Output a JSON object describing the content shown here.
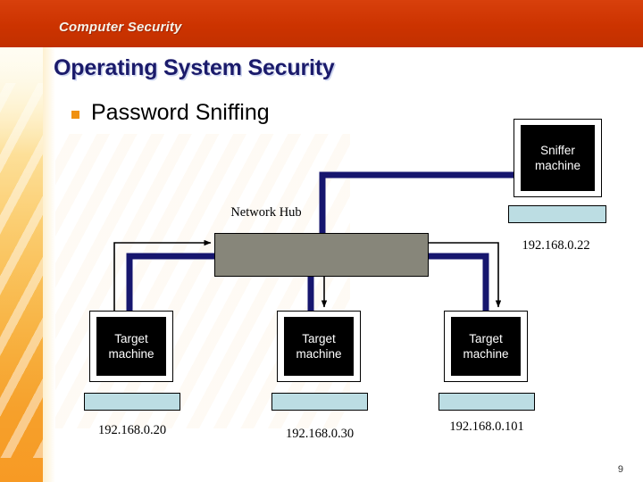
{
  "banner": {
    "title": "Computer Security"
  },
  "slide": {
    "title": "Operating System Security",
    "bullet": {
      "icon": "square-bullet-icon",
      "text": "Password Sniffing"
    },
    "page_number": "9"
  },
  "diagram": {
    "hub": {
      "label": "Network Hub",
      "color": "#87867a"
    },
    "sniffer": {
      "name": "Sniffer machine",
      "line1": "Sniffer",
      "line2": "machine",
      "ip": "192.168.0.22"
    },
    "targets": [
      {
        "line1": "Target",
        "line2": "machine",
        "ip": "192.168.0.20"
      },
      {
        "line1": "Target",
        "line2": "machine",
        "ip": "192.168.0.30"
      },
      {
        "line1": "Target",
        "line2": "machine",
        "ip": "192.168.0.101"
      }
    ],
    "colors": {
      "cable": "#16166e",
      "arrow": "#000000",
      "screen": "#000000",
      "keyboard": "#bcdde3",
      "hub": "#87867a",
      "banner": "#cc3300",
      "title": "#1b1b6b",
      "bullet": "#f0900f"
    }
  }
}
